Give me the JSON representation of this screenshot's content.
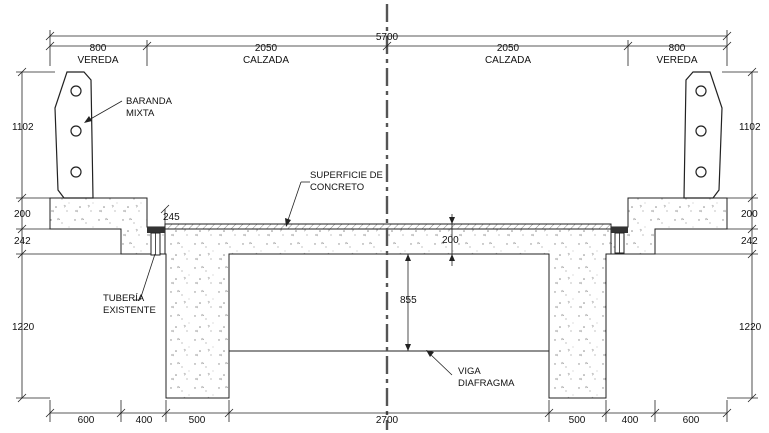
{
  "dimensions": {
    "top": {
      "total": "5700",
      "vereda_left": "800",
      "calzada_left": "2050",
      "calzada_right": "2050",
      "vereda_right": "800",
      "label_vereda": "VEREDA",
      "label_calzada": "CALZADA"
    },
    "left": [
      "1102",
      "200",
      "242",
      "1220"
    ],
    "right": [
      "1102",
      "200",
      "242",
      "1220"
    ],
    "bottom": [
      "600",
      "400",
      "500",
      "2700",
      "500",
      "400",
      "600"
    ],
    "inner": {
      "curb": "245",
      "slab": "200",
      "beam_depth": "855"
    }
  },
  "labels": {
    "baranda": [
      "BARANDA",
      "MIXTA"
    ],
    "superficie": [
      "SUPERFICIE DE",
      "CONCRETO"
    ],
    "tuberia": [
      "TUBERÍA",
      "EXISTENTE"
    ],
    "viga": [
      "VIGA",
      "DIAFRAGMA"
    ]
  },
  "colors": {
    "line": "#222222",
    "axis": "#555555",
    "background": "#ffffff"
  }
}
